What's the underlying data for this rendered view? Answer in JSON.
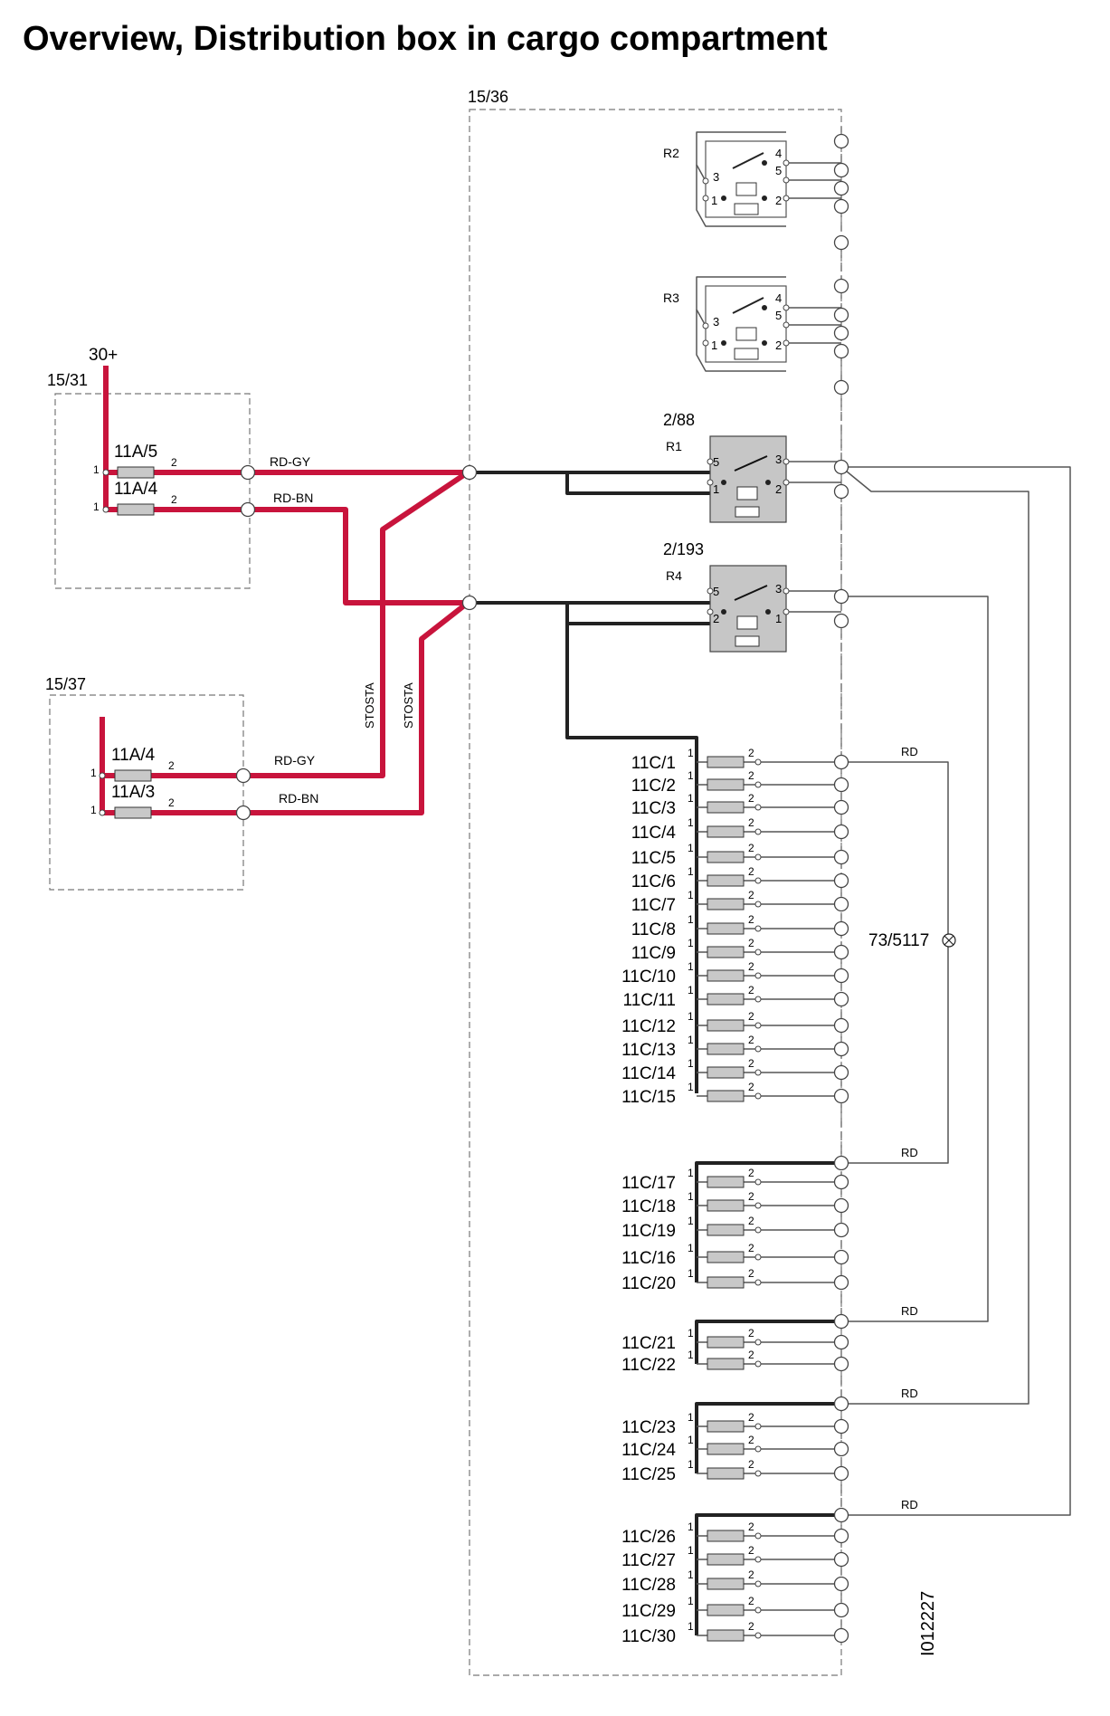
{
  "title": "Overview, Distribution box in cargo compartment",
  "colors": {
    "red_wire": "#c8143c",
    "black_wire": "#222222",
    "thin_wire": "#555555",
    "relay_gray": "#c6c6c6",
    "fuse_gray": "#c8c8c8"
  },
  "boxes": {
    "main": "15/36",
    "box_upper": "15/31",
    "box_lower": "15/37"
  },
  "supply": "30+",
  "upper_fuses": [
    {
      "label": "11A/5",
      "wire": "RD-GY"
    },
    {
      "label": "11A/4",
      "wire": "RD-BN"
    }
  ],
  "lower_fuses": [
    {
      "label": "11A/4",
      "wire": "RD-GY"
    },
    {
      "label": "11A/3",
      "wire": "RD-BN"
    }
  ],
  "vertical_labels": [
    "STOSTA",
    "STOSTA"
  ],
  "pin_1": "1",
  "pin_2": "2",
  "relays": [
    {
      "name": "R2",
      "ref": "",
      "pins": [
        "4",
        "5",
        "3",
        "1",
        "2"
      ]
    },
    {
      "name": "R3",
      "ref": "",
      "pins": [
        "4",
        "5",
        "3",
        "1",
        "2"
      ]
    },
    {
      "name": "R1",
      "ref": "2/88",
      "pins": [
        "5",
        "3",
        "1",
        "2"
      ]
    },
    {
      "name": "R4",
      "ref": "2/193",
      "pins": [
        "5",
        "3",
        "2",
        "1"
      ]
    }
  ],
  "fuse_groups": [
    [
      "11C/1",
      "11C/2",
      "11C/3",
      "11C/4",
      "11C/5",
      "11C/6",
      "11C/7",
      "11C/8",
      "11C/9",
      "11C/10",
      "11C/11",
      "11C/12",
      "11C/13",
      "11C/14",
      "11C/15"
    ],
    [
      "11C/17",
      "11C/18",
      "11C/19",
      "11C/16",
      "11C/20"
    ],
    [
      "11C/21",
      "11C/22"
    ],
    [
      "11C/23",
      "11C/24",
      "11C/25"
    ],
    [
      "11C/26",
      "11C/27",
      "11C/28",
      "11C/29",
      "11C/30"
    ]
  ],
  "rd_label": "RD",
  "lamp_ref": "73/5117",
  "image_id": "I012227"
}
